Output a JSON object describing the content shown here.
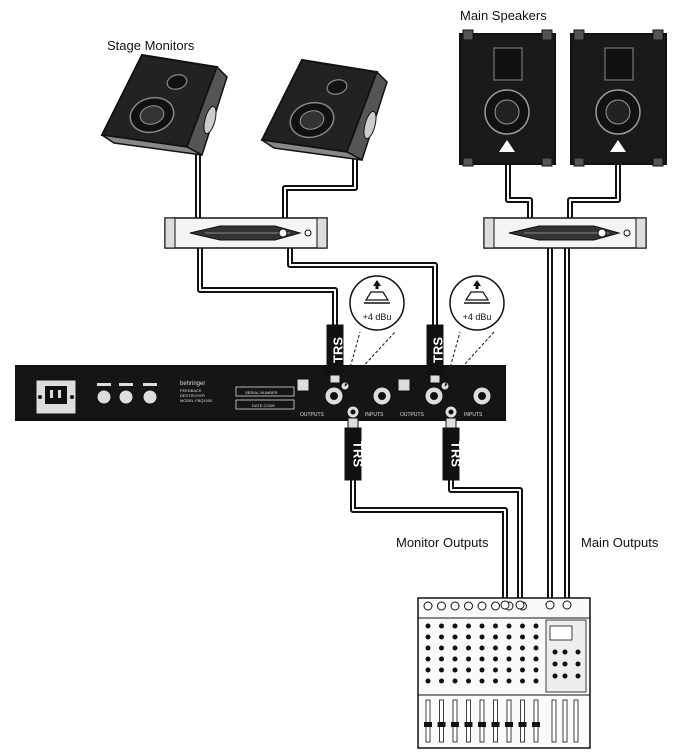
{
  "labels": {
    "stage_monitors": "Stage Monitors",
    "main_speakers": "Main Speakers",
    "monitor_outputs": "Monitor Outputs",
    "main_outputs": "Main Outputs"
  },
  "cable": {
    "trs": "TRS"
  },
  "level_switch": {
    "value": "+4 dBu"
  },
  "rack_unit": {
    "brand": "behringer",
    "model_lines": [
      "FEEDBACK",
      "DESTROYER",
      "MODEL FBQ1000"
    ],
    "serial_label": "SERIAL NUMBER",
    "date_label": "DATE CODE",
    "outputs_label": "OUTPUTS",
    "inputs_label": "INPUTS"
  },
  "colors": {
    "ink": "#111111",
    "paper": "#ffffff",
    "gray": "#cfcfcf"
  }
}
